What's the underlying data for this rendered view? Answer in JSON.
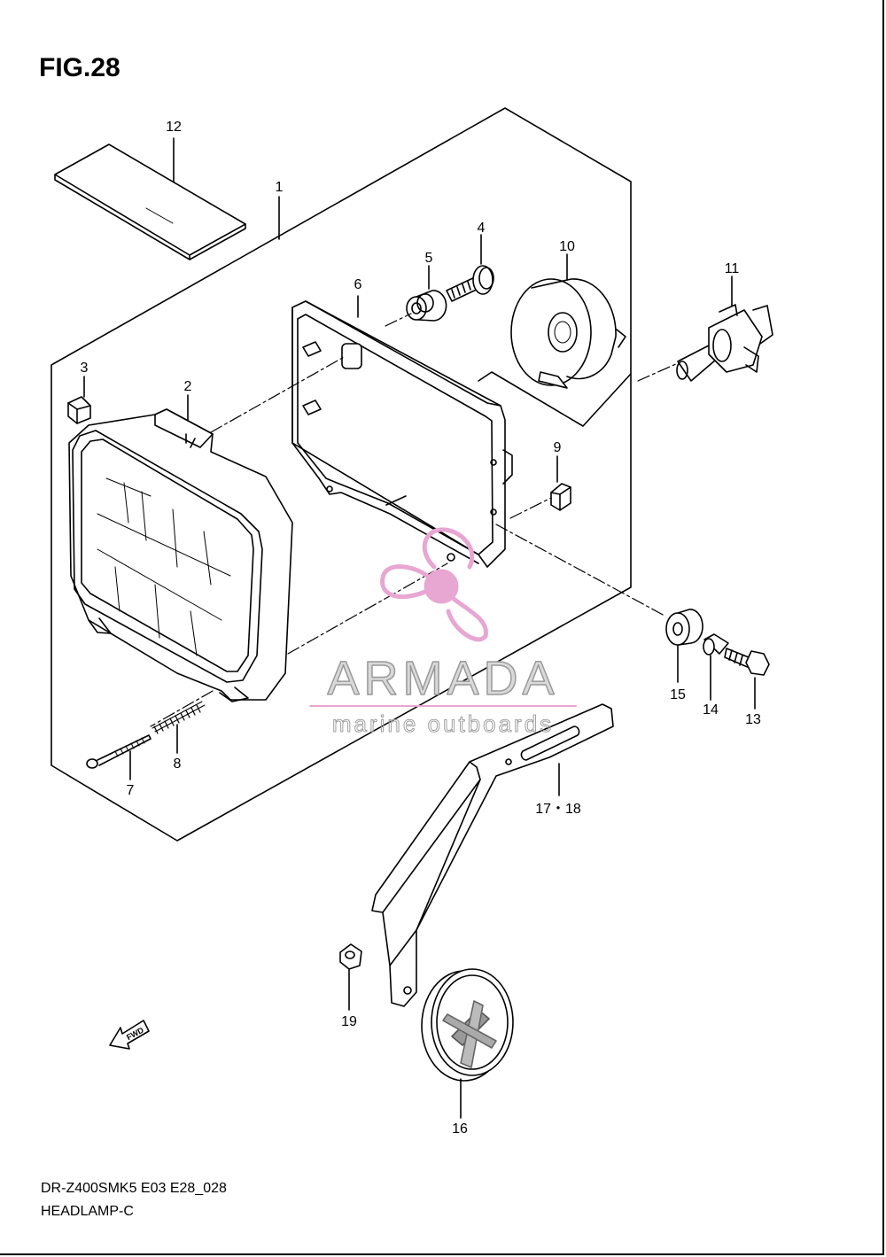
{
  "figure_title": "FIG.28",
  "model_code": "DR-Z400SMK5 E03 E28_028",
  "assembly_name": "HEADLAMP-C",
  "callouts": {
    "c1": "1",
    "c2": "2",
    "c3": "3",
    "c4": "4",
    "c5": "5",
    "c6": "6",
    "c7": "7",
    "c8": "8",
    "c9": "9",
    "c10": "10",
    "c11": "11",
    "c12": "12",
    "c13": "13",
    "c14": "14",
    "c15": "15",
    "c16": "16",
    "c1718": "17・18",
    "c19": "19"
  },
  "fwd_label": "FWD",
  "watermark": {
    "brand": "ARMADA",
    "tagline": "marine outboards",
    "color": "#e8a6d2"
  }
}
